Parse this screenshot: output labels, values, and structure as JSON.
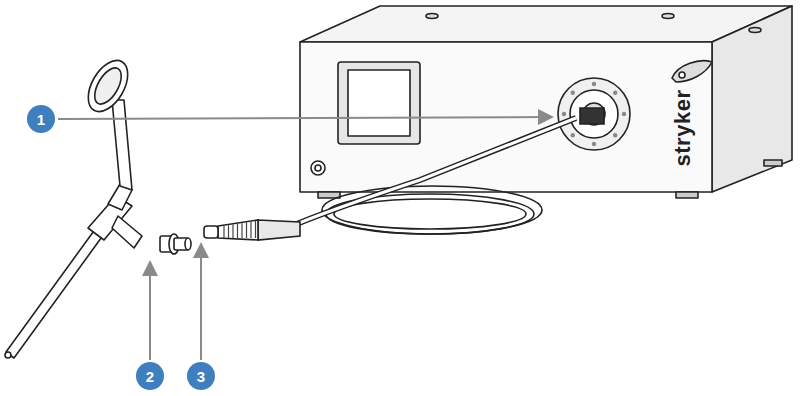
{
  "diagram": {
    "labels": [
      "1",
      "2",
      "3",
      "stryker"
    ]
  }
}
